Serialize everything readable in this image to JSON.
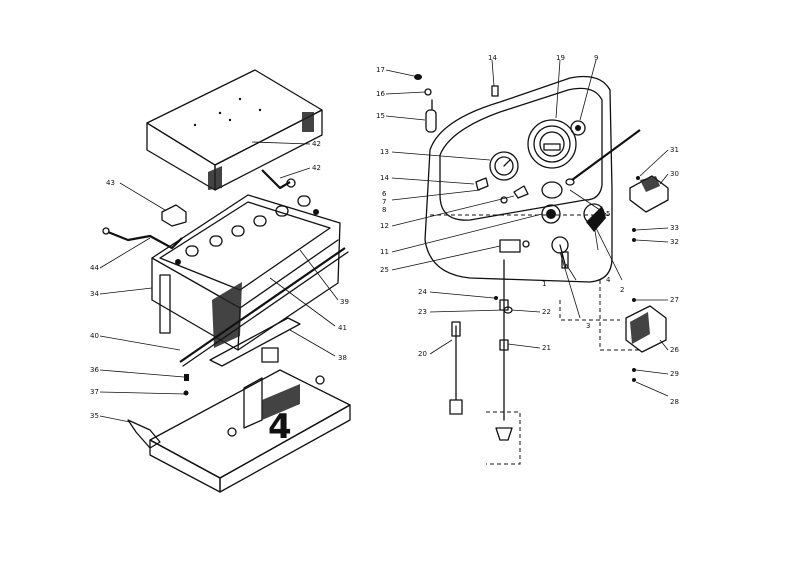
{
  "labels": {
    "battery_cover": "42",
    "battery_clamp": "43",
    "battery_cable_neg": "44",
    "battery_cable_pos": "42",
    "battery": "34",
    "battery_strap": "39",
    "battery_hold_bolt": "40",
    "battery_rod": "41",
    "battery_pad": "38",
    "tray_bolt": "36",
    "tray_washer": "37",
    "tray": "35",
    "nut_top": "17",
    "washer_top": "16",
    "bolt_top": "14",
    "lamp_socket": "15",
    "speedometer": "19",
    "warning_lamp": "9",
    "gauge": "13",
    "bulb_holder": "14",
    "clip_a": "6",
    "clip_b": "7",
    "clip_c": "8",
    "indicator_lens": "12",
    "switch_knob": "11",
    "switch_plate": "25",
    "light_switch": "2",
    "ignition_key": "1",
    "key_lock": "3",
    "ignition_switch": "4",
    "wiring_lead": "5",
    "flasher": "30",
    "flasher_screw": "31",
    "flasher_nut": "33",
    "flasher_washer": "32",
    "regulator_screw": "27",
    "regulator": "26",
    "regulator_washer": "29",
    "regulator_nut": "28",
    "cable_nut": "24",
    "cable_seal": "23",
    "cable_clip": "22",
    "cable_drive": "21",
    "tacho_cable": "20"
  }
}
